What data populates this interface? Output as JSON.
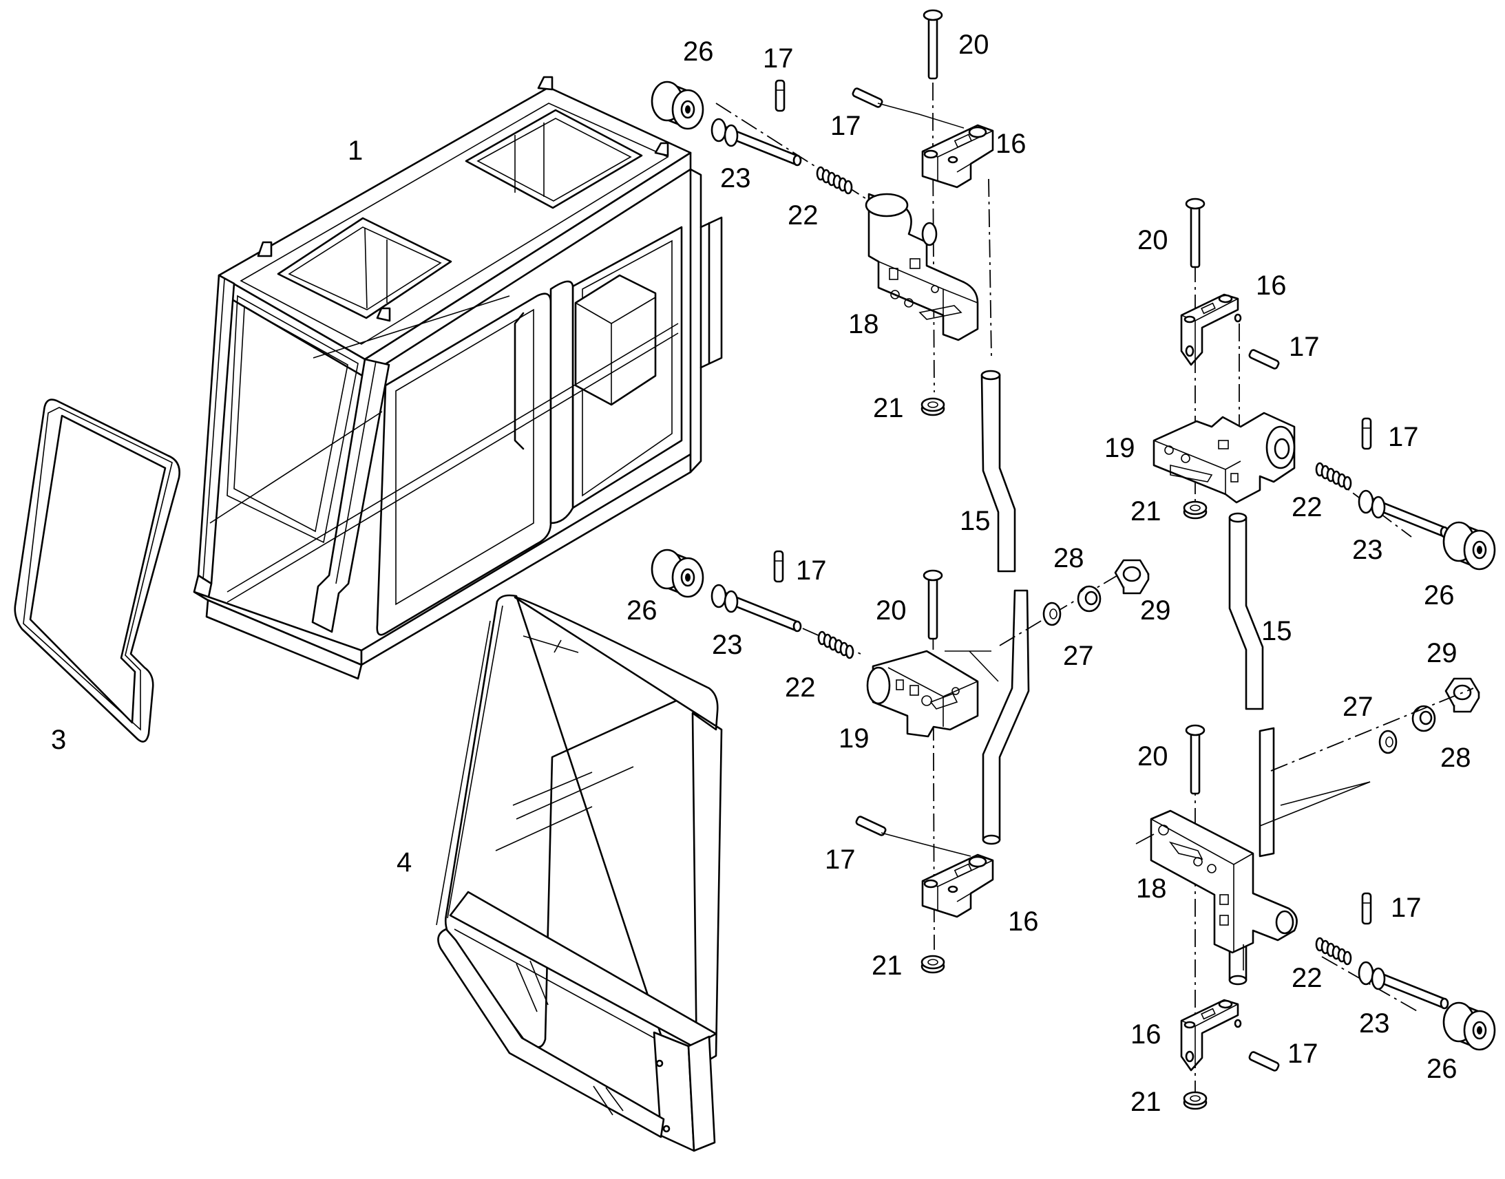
{
  "colors": {
    "line": "#000000",
    "background": "#ffffff"
  },
  "callouts": {
    "c1": "1",
    "c3": "3",
    "c4": "4",
    "c15a": "15",
    "c15b": "15",
    "c16a": "16",
    "c16b": "16",
    "c16c": "16",
    "c16d": "16",
    "c17a": "17",
    "c17b": "17",
    "c17c": "17",
    "c17d": "17",
    "c17e": "17",
    "c17f": "17",
    "c17g": "17",
    "c17h": "17",
    "c18a": "18",
    "c18b": "18",
    "c19a": "19",
    "c19b": "19",
    "c20a": "20",
    "c20b": "20",
    "c20c": "20",
    "c20d": "20",
    "c21a": "21",
    "c21b": "21",
    "c21c": "21",
    "c21d": "21",
    "c22a": "22",
    "c22b": "22",
    "c22c": "22",
    "c22d": "22",
    "c23a": "23",
    "c23b": "23",
    "c23c": "23",
    "c23d": "23",
    "c26a": "26",
    "c26b": "26",
    "c26c": "26",
    "c26d": "26",
    "c27a": "27",
    "c27b": "27",
    "c28a": "28",
    "c28b": "28",
    "c29a": "29",
    "c29b": "29"
  }
}
